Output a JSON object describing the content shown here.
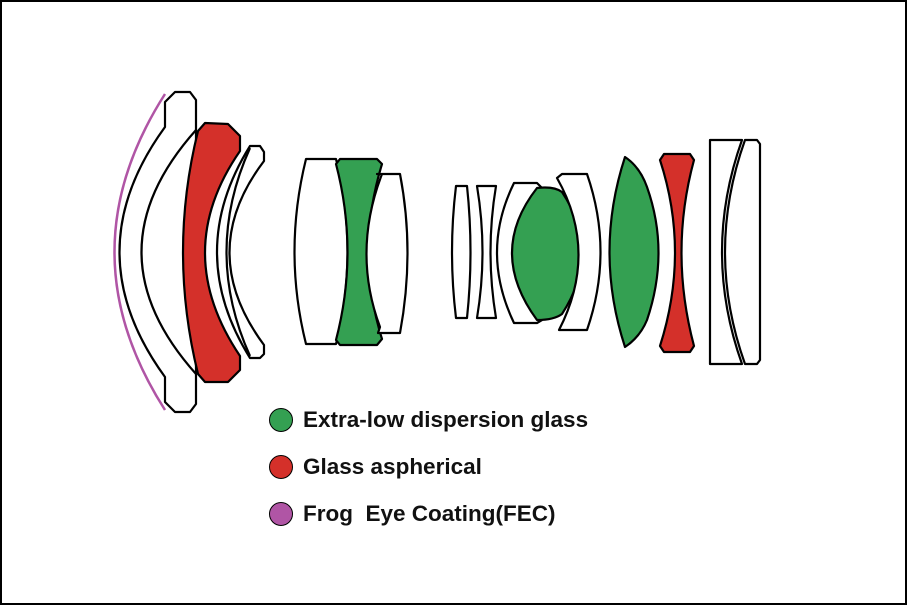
{
  "colors": {
    "extra_low_dispersion": "#34a052",
    "aspherical": "#d4302a",
    "fec_coating": "#b055a5",
    "outline": "#000000",
    "plain_glass": "#ffffff"
  },
  "legend": {
    "items": [
      {
        "label": "Extra-low dispersion glass",
        "color": "#34a052"
      },
      {
        "label": "Glass aspherical",
        "color": "#d4302a"
      },
      {
        "label": "Frog  Eye Coating(FEC)",
        "color": "#b055a5"
      }
    ]
  }
}
